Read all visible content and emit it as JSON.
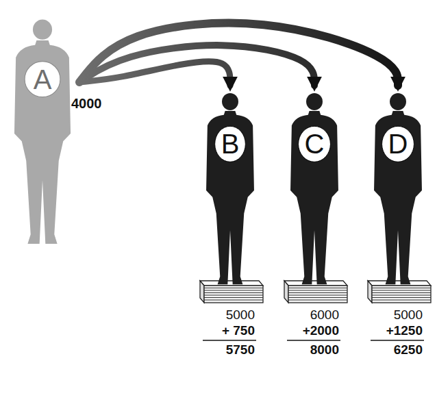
{
  "diagram": {
    "nodes": [
      {
        "text": [
          "A"
        ]
      },
      {
        "text": [
          "B"
        ]
      },
      {
        "text": [
          "C"
        ]
      },
      {
        "text": [
          "D"
        ]
      }
    ],
    "edges": [
      {
        "from": 0,
        "to": 1,
        "arrow": "to"
      },
      {
        "from": 0,
        "to": 2,
        "arrow": "to"
      },
      {
        "from": 0,
        "to": 3,
        "arrow": "to"
      }
    ],
    "labels": [
      "4000",
      "5000",
      "+ 750",
      "5750",
      "6000",
      "+2000",
      "8000",
      "5000",
      "+1250",
      "6250"
    ]
  }
}
